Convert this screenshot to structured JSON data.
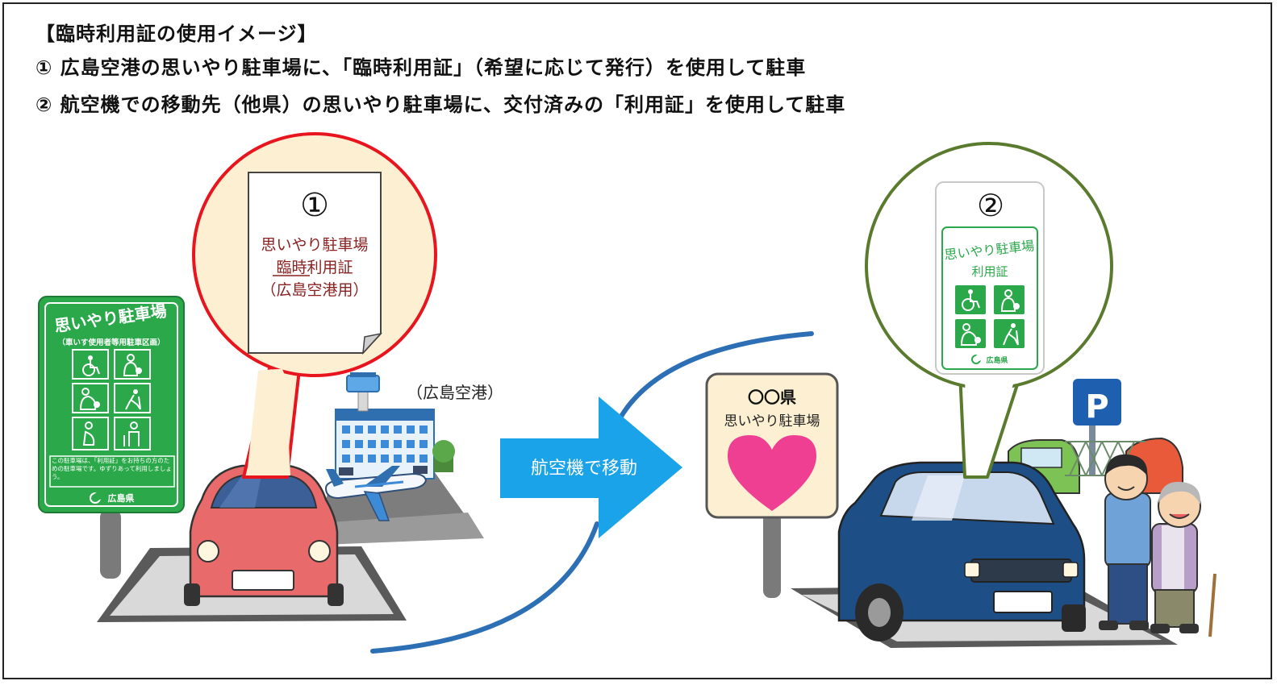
{
  "heading": {
    "title": "【臨時利用証の使用イメージ】",
    "line1": "① 広島空港の思いやり駐車場に、「臨時利用証」（希望に応じて発行）を使用して駐車",
    "line2": "② 航空機での移動先（他県）の思いやり駐車場に、交付済みの「利用証」を使用して駐車"
  },
  "left_sign": {
    "title": "思いやり駐車場",
    "subtitle": "（車いす使用者等用駐車区画）",
    "notice": "この駐車場は、「利用証」をお持ちの方のための駐車場です。ゆずりあって利用しましょう。",
    "issuer": "広島県"
  },
  "bubble1": {
    "number": "①",
    "line1": "思いやり駐車場",
    "line2": "臨時利用証",
    "line3": "（広島空港用）"
  },
  "airport_label": "（広島空港）",
  "arrow_label": "航空機で移動",
  "right_sign": {
    "prefecture": "〇〇県",
    "title": "思いやり駐車場"
  },
  "bubble2": {
    "number": "②",
    "card_title": "思いやり駐車場",
    "card_subtitle": "利用証",
    "issuer": "広島県"
  },
  "parking_sign": "P",
  "colors": {
    "green": "#2aa84a",
    "red_bubble": "#e8141e",
    "olive_bubble": "#5a7a2e",
    "bubble_fill": "#fdf0d2",
    "blue_arrow": "#1aa3e8",
    "arc_blue": "#2d6fb5",
    "heart": "#ee3f93",
    "red_car": "#e86a6a",
    "blue_car": "#1d4f86",
    "doc_text": "#8a2020"
  }
}
